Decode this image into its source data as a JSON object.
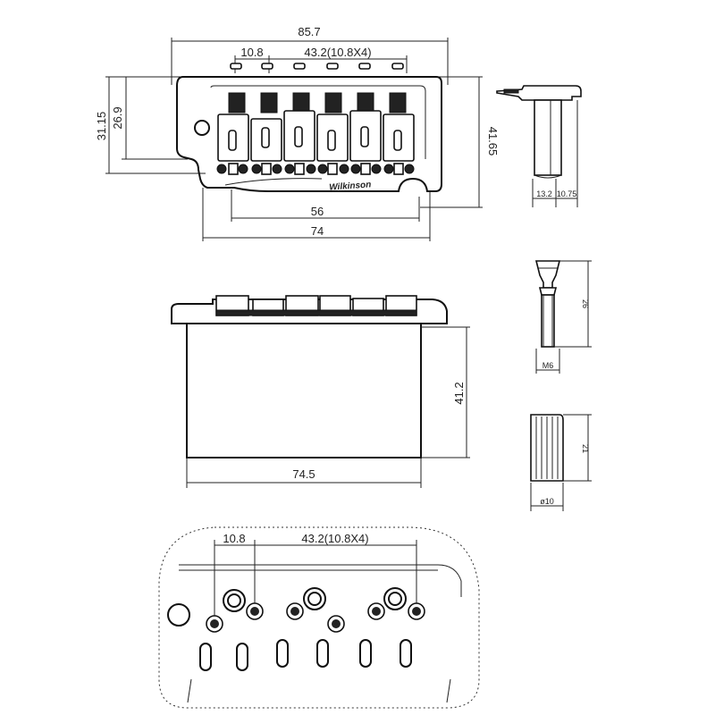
{
  "front_view": {
    "total_width": "85.7",
    "spacing_single": "10.8",
    "spacing_total": "43.2(10.8X4)",
    "left_height_outer": "31.15",
    "left_height_inner": "26.9",
    "right_height": "41.65",
    "mount_span": "56",
    "base_width": "74",
    "brand_text": "Wilkinson"
  },
  "side_saddle_view": {
    "dim_a": "13.2",
    "dim_b": "10.75"
  },
  "block_view": {
    "block_height": "41.2",
    "block_width": "74.5"
  },
  "post_screw": {
    "length": "26",
    "thread": "M6"
  },
  "bushing": {
    "height": "21",
    "diameter": "ø10"
  },
  "template_view": {
    "spacing_single": "10.8",
    "spacing_total": "43.2(10.8X4)"
  }
}
